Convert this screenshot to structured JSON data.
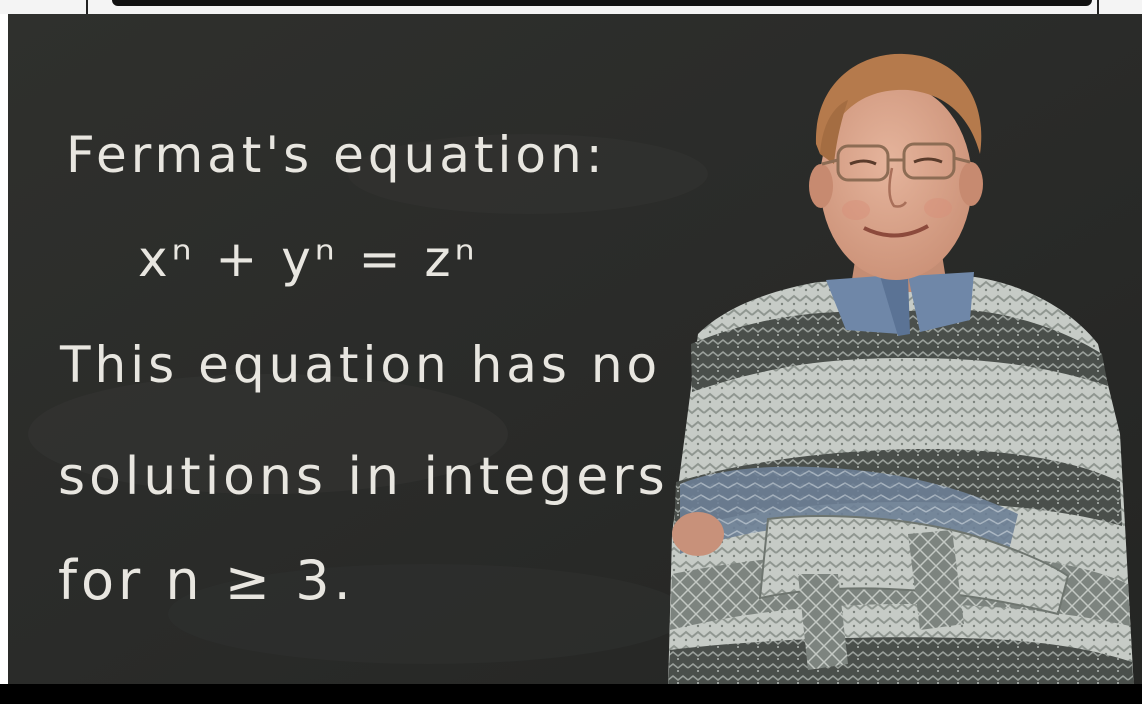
{
  "blackboard": {
    "line1": "Fermat's equation:",
    "line2": "xⁿ + yⁿ = zⁿ",
    "line3": "This equation has no",
    "line4": "solutions in integers",
    "line5": "for n ≥ 3."
  },
  "colors": {
    "blackboard": "#2b2c2a",
    "chalk": "#e8e6e0",
    "sweater_light": "#c9cdc8",
    "sweater_dark": "#4b504c",
    "collar": "#6f87a8",
    "skin": "#d8a38b",
    "hair": "#b67a4c"
  }
}
